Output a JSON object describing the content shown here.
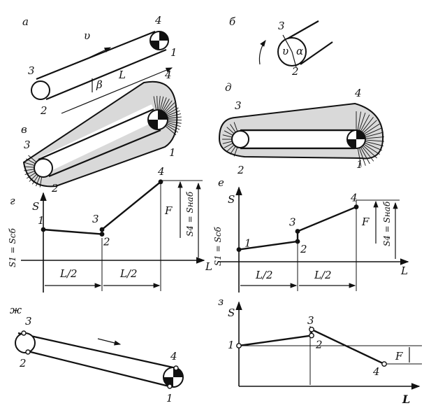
{
  "panel_labels": {
    "a": "а",
    "b": "б",
    "v": "в",
    "d": "д",
    "g": "г",
    "e": "е",
    "zh": "ж",
    "z": "з"
  },
  "points": {
    "p1": "1",
    "p2": "2",
    "p3": "3",
    "p4": "4"
  },
  "symbols": {
    "velocity": "υ",
    "beta": "β",
    "alpha": "α",
    "length": "L",
    "half_length": "L/2",
    "force": "F",
    "s_axis": "S",
    "l_axis": "L",
    "s1_eq": "S1 = Sсб",
    "s4_eq": "S4 = Sнаб"
  },
  "chart_data": [
    {
      "type": "line",
      "panel": "г",
      "xlabel": "L",
      "ylabel": "S",
      "series": [
        {
          "points": [
            [
              "1",
              0,
              1.0
            ],
            [
              "2",
              0.5,
              0.85
            ],
            [
              "3",
              0.5,
              1.0
            ],
            [
              "4",
              1.0,
              2.55
            ]
          ]
        }
      ]
    },
    {
      "type": "line",
      "panel": "е",
      "xlabel": "L",
      "ylabel": "S",
      "series": [
        {
          "points": [
            [
              "1",
              0,
              0.3
            ],
            [
              "2",
              0.5,
              0.5
            ],
            [
              "3",
              0.5,
              0.75
            ],
            [
              "4",
              1.0,
              1.35
            ]
          ]
        }
      ]
    },
    {
      "type": "line",
      "panel": "з",
      "xlabel": "L",
      "ylabel": "S",
      "series": [
        {
          "points": [
            [
              "1",
              0,
              1.0
            ],
            [
              "2",
              0.5,
              1.25
            ],
            [
              "3",
              0.5,
              1.4
            ],
            [
              "4",
              1.0,
              0.55
            ]
          ]
        }
      ]
    }
  ]
}
